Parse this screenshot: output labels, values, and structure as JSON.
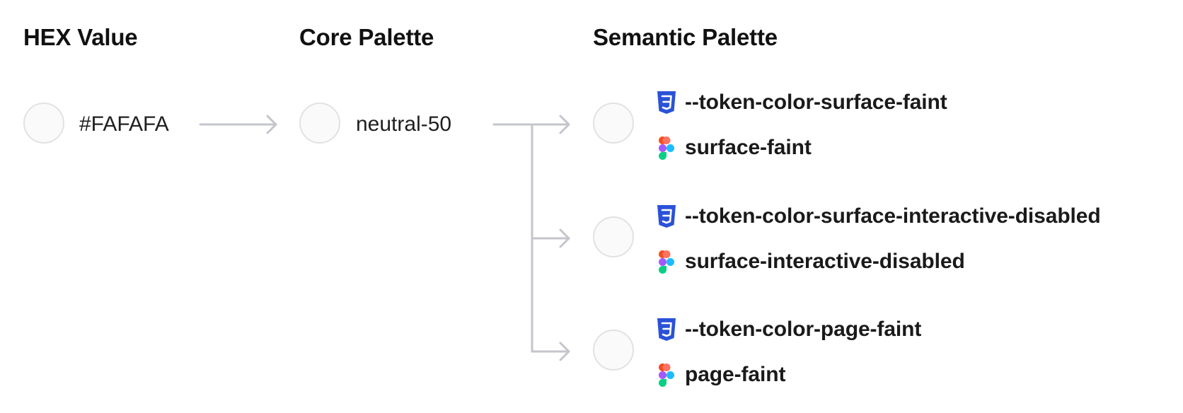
{
  "headers": {
    "hex": "HEX Value",
    "core": "Core Palette",
    "semantic": "Semantic Palette"
  },
  "hex_value": {
    "label": "#FAFAFA",
    "swatch_color": "#FAFAFA"
  },
  "core_palette": {
    "label": "neutral-50",
    "swatch_color": "#FAFAFA"
  },
  "semantic_palette": [
    {
      "swatch_color": "#FAFAFA",
      "css_token": "--token-color-surface-faint",
      "figma_token": "surface-faint"
    },
    {
      "swatch_color": "#FAFAFA",
      "css_token": "--token-color-surface-interactive-disabled",
      "figma_token": "surface-interactive-disabled"
    },
    {
      "swatch_color": "#FAFAFA",
      "css_token": "--token-color-page-faint",
      "figma_token": "page-faint"
    }
  ],
  "icons": {
    "css": "css3-icon",
    "figma": "figma-icon"
  },
  "colors": {
    "connector": "#c4c6cc",
    "swatch_border": "#e1e2e5",
    "css_icon": "#2a52d8"
  }
}
